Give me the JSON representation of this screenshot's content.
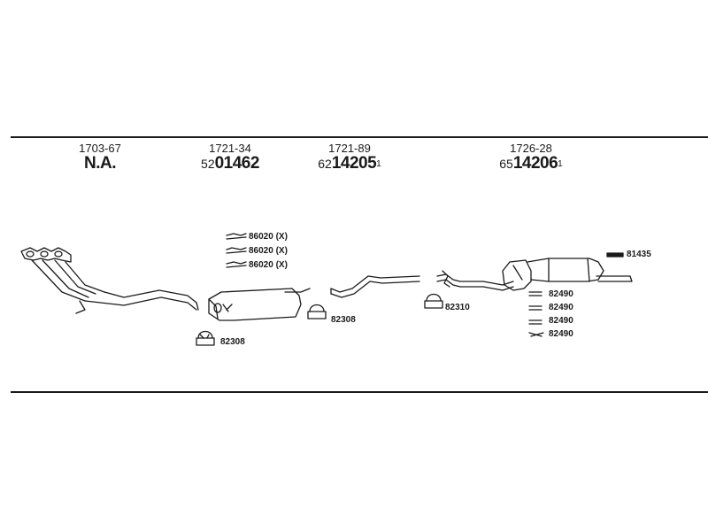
{
  "parts": [
    {
      "ref": "1703-67",
      "prefix": "",
      "number": "N.A.",
      "suffix": ""
    },
    {
      "ref": "1721-34",
      "prefix": "52",
      "number": "01462",
      "suffix": ""
    },
    {
      "ref": "1721-89",
      "prefix": "62",
      "number": "14205",
      "suffix": "1"
    },
    {
      "ref": "1726-28",
      "prefix": "65",
      "number": "14206",
      "suffix": "1"
    }
  ],
  "labels": {
    "clamp_a": "82308",
    "clamp_b": "82308",
    "clamp_c": "82310",
    "hanger_1": "86020 (X)",
    "hanger_2": "86020 (X)",
    "hanger_3": "86020 (X)",
    "tail_mount": "81435",
    "rubber_1": "82490",
    "rubber_2": "82490",
    "rubber_3": "82490",
    "rubber_4": "82490"
  }
}
